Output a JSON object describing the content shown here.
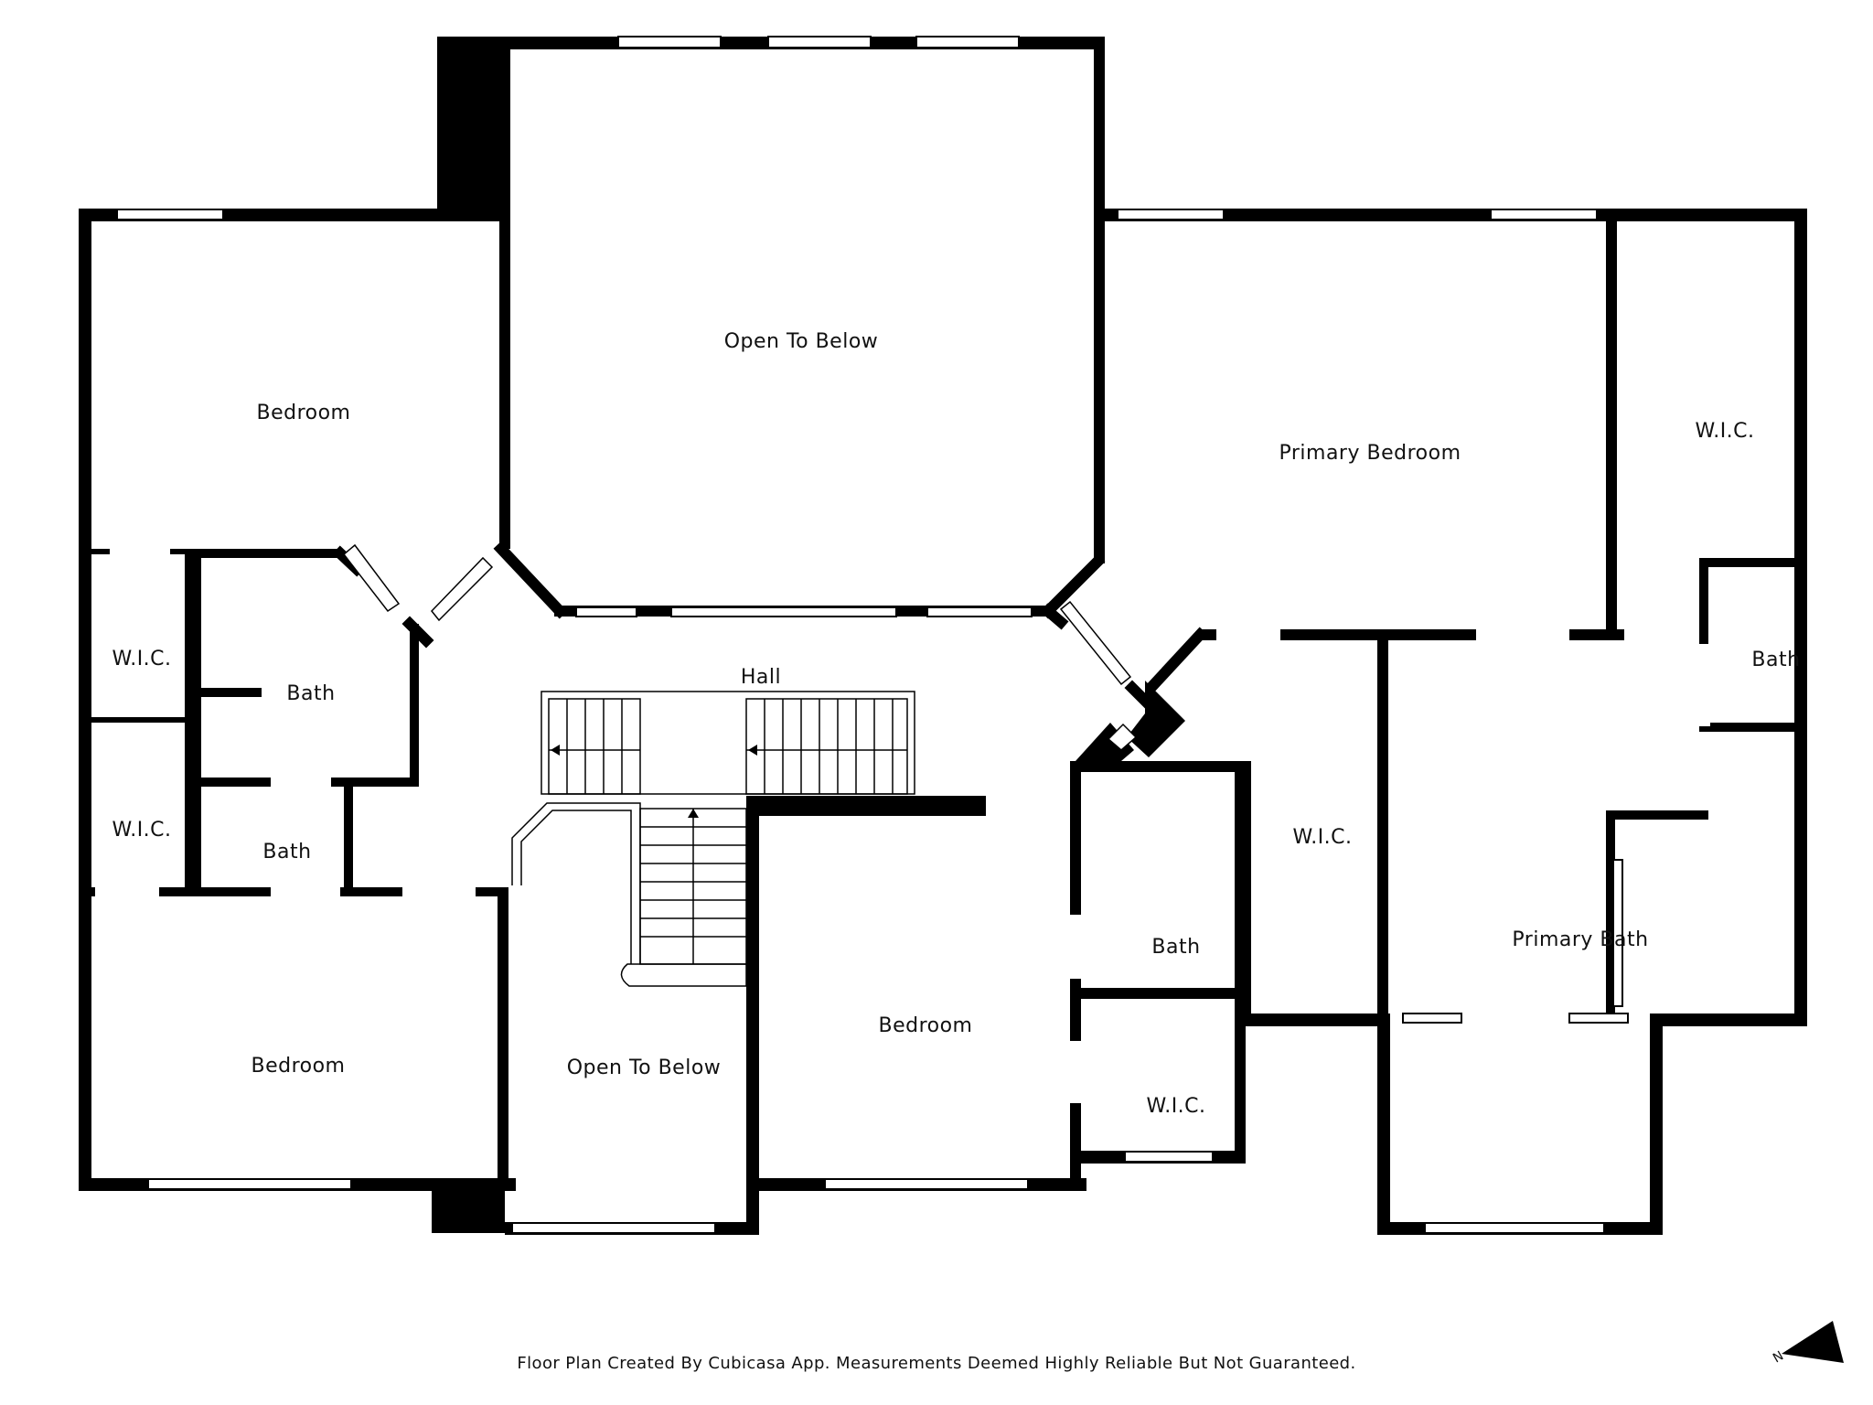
{
  "rooms": {
    "open_to_below_top": "Open To Below",
    "bedroom_nw": "Bedroom",
    "primary_bedroom": "Primary Bedroom",
    "wic_ne": "W.I.C.",
    "wic_west_upper": "W.I.C.",
    "bath_west_upper": "Bath",
    "hall": "Hall",
    "bath_east_small": "Bath",
    "wic_west_lower": "W.I.C.",
    "bath_west_lower": "Bath",
    "wic_center_east": "W.I.C.",
    "primary_bath": "Primary Bath",
    "bath_center": "Bath",
    "bedroom_sw": "Bedroom",
    "open_to_below_bottom": "Open To Below",
    "bedroom_south": "Bedroom",
    "wic_center_south": "W.I.C."
  },
  "footer": {
    "disclaimer": "Floor Plan Created By Cubicasa App. Measurements Deemed Highly Reliable But Not Guaranteed."
  },
  "compass": {
    "label": "N"
  },
  "colors": {
    "wall": "#000000",
    "background": "#ffffff",
    "window": "#ffffff"
  }
}
